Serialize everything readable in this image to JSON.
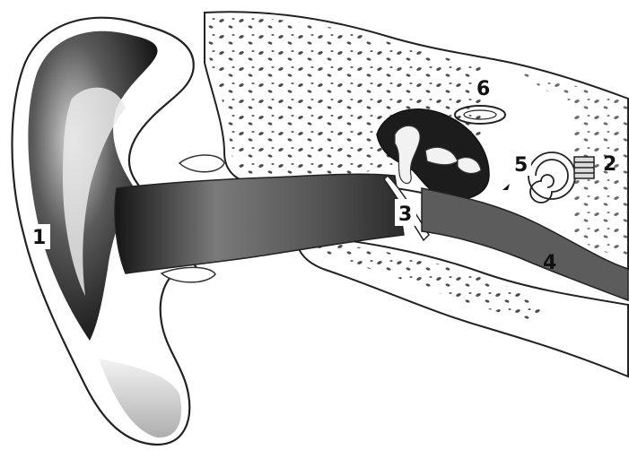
{
  "diagram": {
    "callouts": [
      {
        "id": "c1",
        "text": "1"
      },
      {
        "id": "c2",
        "text": "2"
      },
      {
        "id": "c3",
        "text": "3"
      },
      {
        "id": "c4",
        "text": "4"
      },
      {
        "id": "c5",
        "text": "5"
      },
      {
        "id": "c6",
        "text": "6"
      }
    ]
  },
  "colors": {
    "background": "#ffffff",
    "ink": "#111111",
    "shade_dark": "#1a1a1a",
    "shade_mid": "#6e6e6e",
    "shade_light": "#c9c9c9"
  }
}
